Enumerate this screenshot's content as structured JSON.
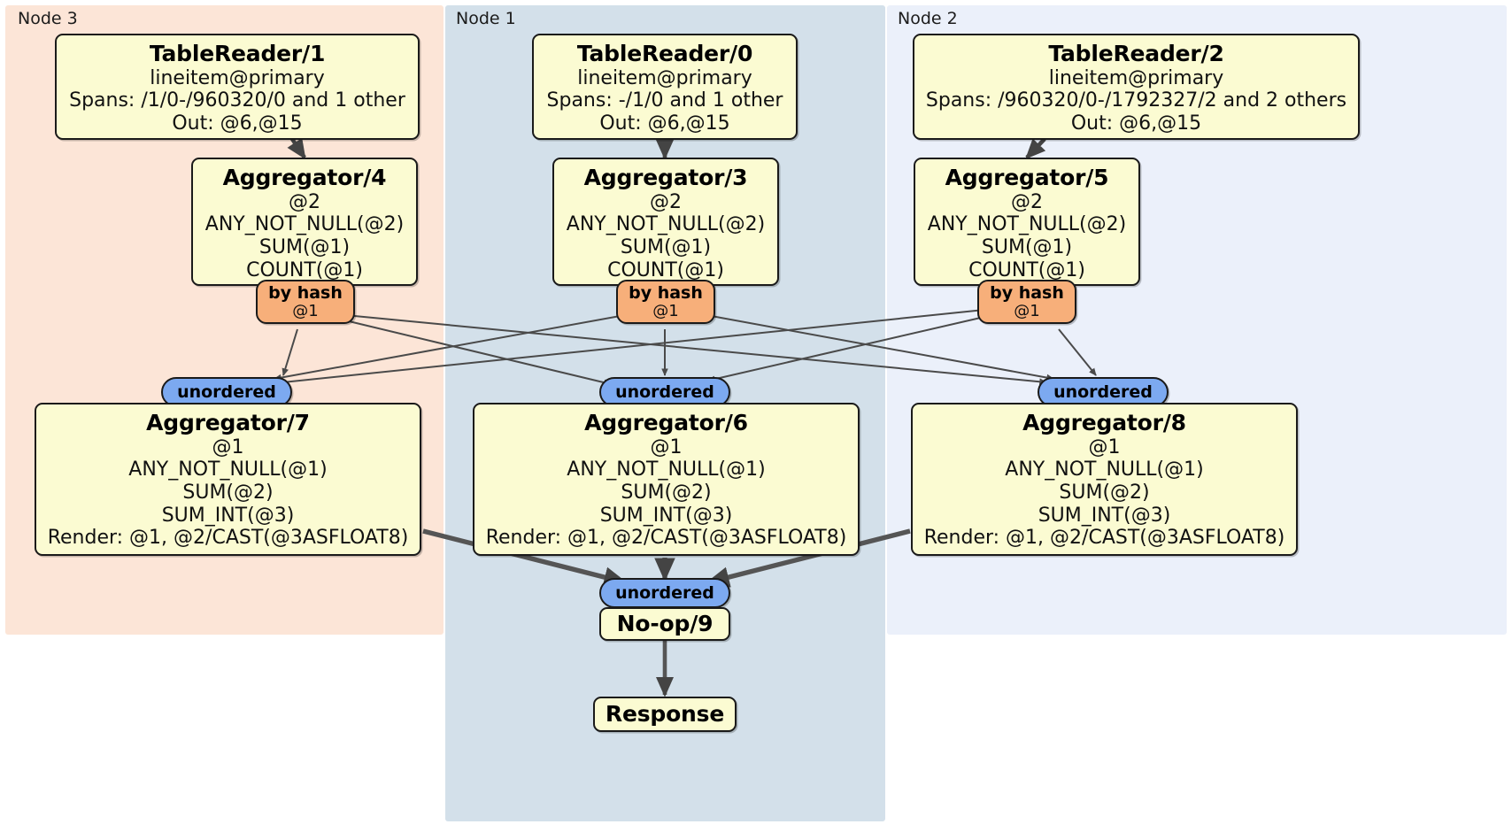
{
  "diagram": {
    "type": "distributed-query-plan",
    "colors": {
      "node3_panel": "#FCE5D7",
      "node1_panel": "#D3E0EA",
      "node2_panel": "#EBF0FA",
      "processor_box": "#FBFBD2",
      "hash_badge": "#F7AF7A",
      "unordered_badge": "#7CA9F0",
      "edge": "#444444",
      "border": "#1a1a1a"
    },
    "panels": [
      {
        "id": "node3",
        "label": "Node 3"
      },
      {
        "id": "node1",
        "label": "Node 1"
      },
      {
        "id": "node2",
        "label": "Node 2"
      }
    ],
    "nodes": {
      "tablereader1": {
        "title": "TableReader/1",
        "lines": [
          "lineitem@primary",
          "Spans: /1/0-/960320/0 and 1 other",
          "Out: @6,@15"
        ]
      },
      "tablereader0": {
        "title": "TableReader/0",
        "lines": [
          "lineitem@primary",
          "Spans: -/1/0 and 1 other",
          "Out: @6,@15"
        ]
      },
      "tablereader2": {
        "title": "TableReader/2",
        "lines": [
          "lineitem@primary",
          "Spans: /960320/0-/1792327/2 and 2 others",
          "Out: @6,@15"
        ]
      },
      "aggregator4": {
        "title": "Aggregator/4",
        "lines": [
          "@2",
          "ANY_NOT_NULL(@2)",
          "SUM(@1)",
          "COUNT(@1)"
        ]
      },
      "aggregator3": {
        "title": "Aggregator/3",
        "lines": [
          "@2",
          "ANY_NOT_NULL(@2)",
          "SUM(@1)",
          "COUNT(@1)"
        ]
      },
      "aggregator5": {
        "title": "Aggregator/5",
        "lines": [
          "@2",
          "ANY_NOT_NULL(@2)",
          "SUM(@1)",
          "COUNT(@1)"
        ]
      },
      "aggregator7": {
        "title": "Aggregator/7",
        "lines": [
          "@1",
          "ANY_NOT_NULL(@1)",
          "SUM(@2)",
          "SUM_INT(@3)",
          "Render: @1, @2/CAST(@3ASFLOAT8)"
        ]
      },
      "aggregator6": {
        "title": "Aggregator/6",
        "lines": [
          "@1",
          "ANY_NOT_NULL(@1)",
          "SUM(@2)",
          "SUM_INT(@3)",
          "Render: @1, @2/CAST(@3ASFLOAT8)"
        ]
      },
      "aggregator8": {
        "title": "Aggregator/8",
        "lines": [
          "@1",
          "ANY_NOT_NULL(@1)",
          "SUM(@2)",
          "SUM_INT(@3)",
          "Render: @1, @2/CAST(@3ASFLOAT8)"
        ]
      },
      "noop9": {
        "title": "No-op/9",
        "lines": []
      },
      "response": {
        "title": "Response",
        "lines": []
      }
    },
    "badges": {
      "hash_left": {
        "title": "by hash",
        "sub": "@1"
      },
      "hash_center": {
        "title": "by hash",
        "sub": "@1"
      },
      "hash_right": {
        "title": "by hash",
        "sub": "@1"
      },
      "unordered_left": {
        "title": "unordered",
        "sub": ""
      },
      "unordered_center": {
        "title": "unordered",
        "sub": ""
      },
      "unordered_right": {
        "title": "unordered",
        "sub": ""
      },
      "unordered_final": {
        "title": "unordered",
        "sub": ""
      }
    }
  }
}
